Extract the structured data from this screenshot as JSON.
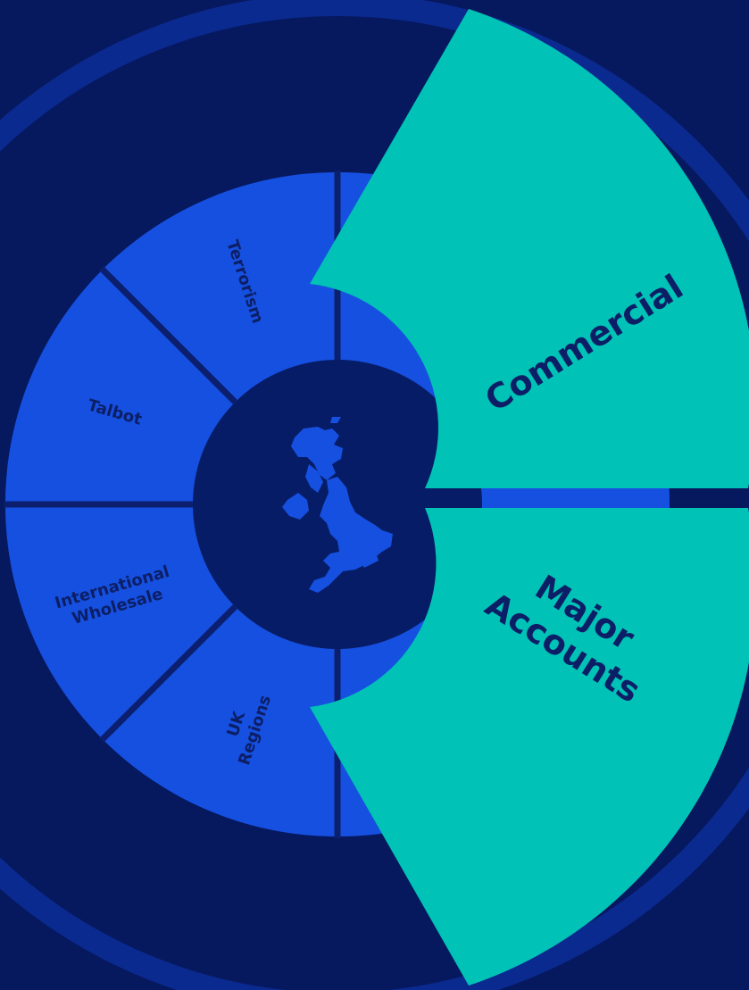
{
  "colors": {
    "background": "#06195f",
    "outer_ring": "#0a2a8f",
    "inner_segment": "#1650e0",
    "hub": "#071c66",
    "divider": "#0b1f6e",
    "highlight_segment": "#00c2b6",
    "label_text": "#0c1f66"
  },
  "hub": {
    "icon": "uk-map-icon"
  },
  "inner_segments": [
    {
      "id": "terrorism",
      "label_lines": [
        "Terrorism"
      ]
    },
    {
      "id": "talbot",
      "label_lines": [
        "Talbot"
      ]
    },
    {
      "id": "international-wholesale",
      "label_lines": [
        "International",
        "Wholesale"
      ]
    },
    {
      "id": "uk-regions",
      "label_lines": [
        "UK",
        "Regions"
      ]
    }
  ],
  "highlighted_segments": [
    {
      "id": "commercial",
      "label_lines": [
        "Commercial"
      ]
    },
    {
      "id": "major-accounts",
      "label_lines": [
        "Major",
        "Accounts"
      ]
    }
  ]
}
